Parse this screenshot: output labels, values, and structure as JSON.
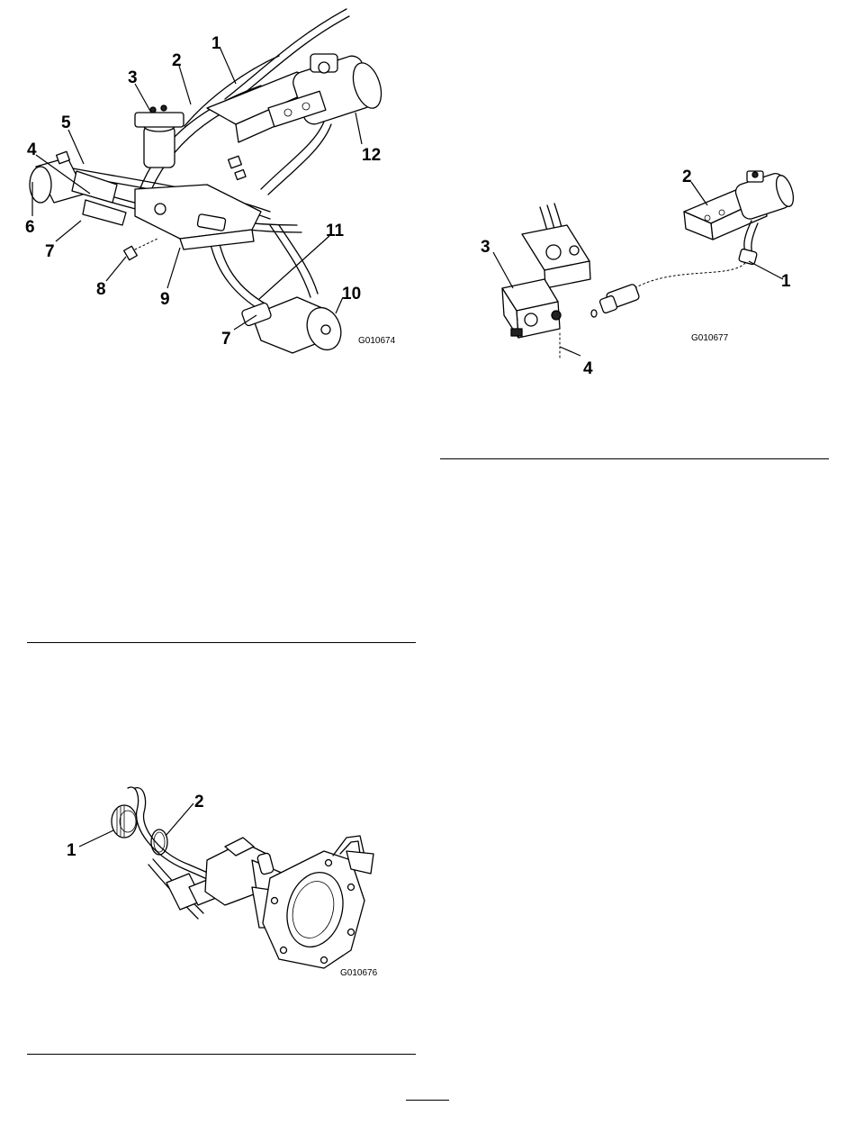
{
  "figures": [
    {
      "id": "fig-a",
      "code": "G010674",
      "callouts": [
        "1",
        "2",
        "3",
        "4",
        "5",
        "6",
        "7",
        "8",
        "9",
        "10",
        "11",
        "12",
        "7"
      ]
    },
    {
      "id": "fig-b",
      "code": "G010677",
      "callouts": [
        "1",
        "2",
        "3",
        "4"
      ]
    },
    {
      "id": "fig-c",
      "code": "G010676",
      "callouts": [
        "1",
        "2"
      ]
    }
  ]
}
